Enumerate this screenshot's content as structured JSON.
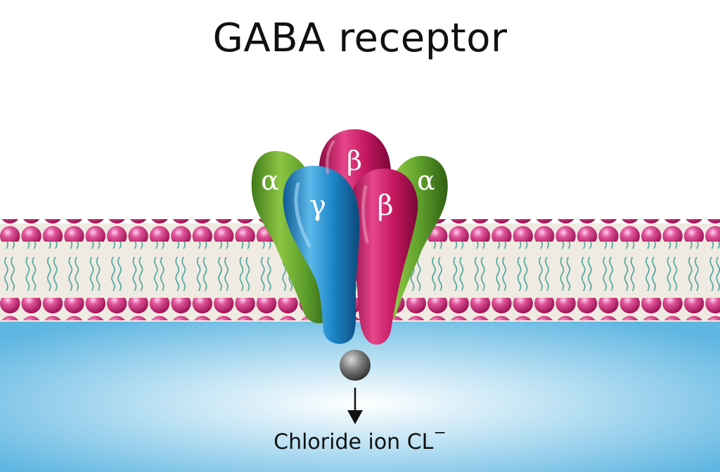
{
  "title": "GABA receptor",
  "subunits": {
    "alpha_left": "α",
    "beta_back": "β",
    "alpha_right": "α",
    "gamma": "γ",
    "beta_front": "β"
  },
  "ion_label": {
    "text": "Chloride ion CL",
    "superscript": "−"
  },
  "colors": {
    "membrane_bg": "#efebe2",
    "lipid_head": "#c2246f",
    "lipid_tail": "#4aa39b",
    "cytoplasm": "#5fb6e1",
    "alpha": "#5e9f2c",
    "beta": "#c4175f",
    "gamma": "#1d7fc4",
    "ion": "#666666"
  }
}
